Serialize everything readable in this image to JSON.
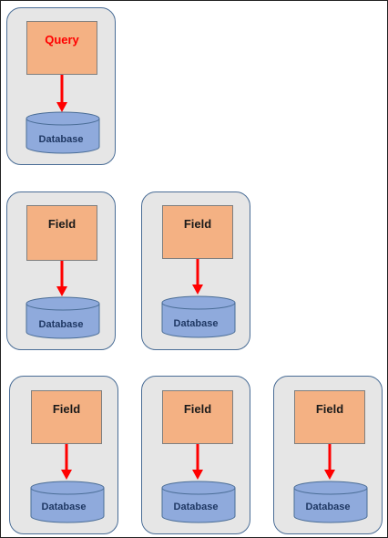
{
  "colors": {
    "card_fill": "#e6e6e6",
    "card_border": "#4a6d96",
    "box_fill": "#f4b183",
    "arrow": "#ff0000",
    "db_fill": "#8faadc",
    "db_border": "#4a6d96",
    "query_text": "#ff0000"
  },
  "groups": [
    {
      "box_label": "Query",
      "db_label": "Database"
    },
    {
      "box_label": "Field",
      "db_label": "Database"
    },
    {
      "box_label": "Field",
      "db_label": "Database"
    },
    {
      "box_label": "Field",
      "db_label": "Database"
    },
    {
      "box_label": "Field",
      "db_label": "Database"
    },
    {
      "box_label": "Field",
      "db_label": "Database"
    }
  ]
}
